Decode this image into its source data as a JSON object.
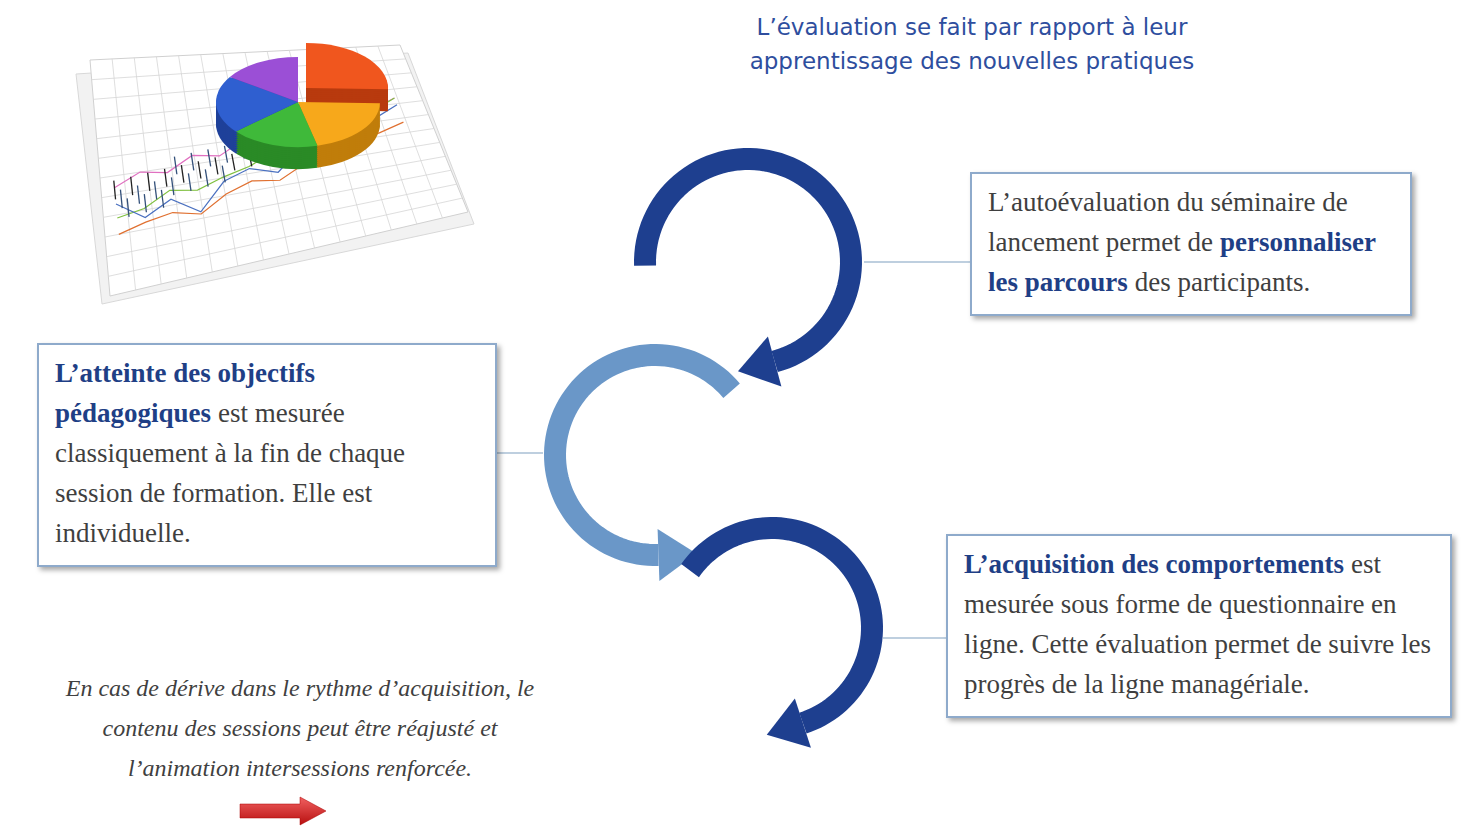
{
  "diagram": {
    "title": "L’évaluation se fait par rapport à leur apprentissage des nouvelles pratiques",
    "nodes": [
      {
        "text": [
          "L’autoévaluation du séminaire de lancement permet de",
          "personnaliser les parcours",
          "des participants."
        ]
      },
      {
        "text": [
          "L’atteinte des objectifs pédagogiques",
          "est mesurée classiquement à la fin de chaque session de formation. Elle est individuelle."
        ]
      },
      {
        "text": [
          "L’acquisition des comportements",
          "est mesurée sous forme de questionnaire en ligne. Cette évaluation permet de suivre les progrès de la ligne managériale."
        ]
      }
    ],
    "labels": [
      "En cas de dérive dans le rythme d’acquisition, le contenu des sessions peut être réajusté et l’animation intersessions renforcée."
    ]
  }
}
